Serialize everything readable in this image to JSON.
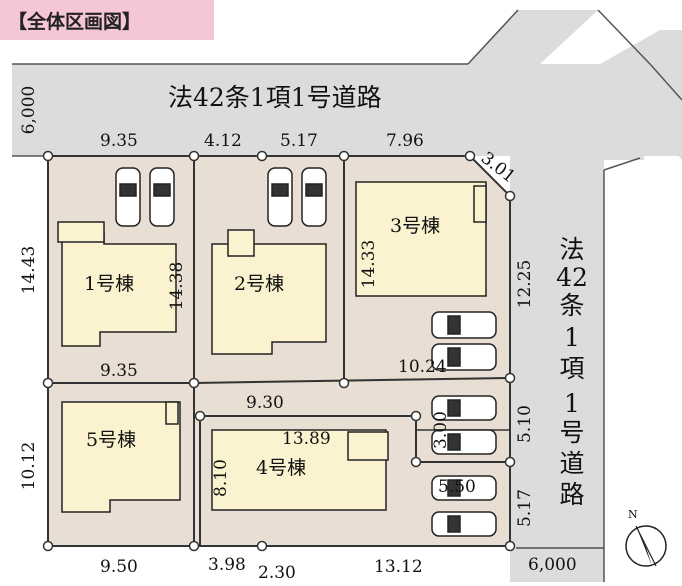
{
  "title": "【全体区画図】",
  "roads": {
    "top": "法42条1項1号道路",
    "right": [
      "法",
      "42",
      "条",
      "1",
      "項",
      "1",
      "号",
      "道",
      "路"
    ],
    "top_width": "6,000",
    "bottom_width": "6,000"
  },
  "buildings": {
    "b1": "1号棟",
    "b2": "2号棟",
    "b3": "3号棟",
    "b4": "4号棟",
    "b5": "5号棟"
  },
  "dimensions": {
    "top_1": "9.35",
    "top_2": "4.12",
    "top_3": "5.17",
    "top_4": "7.96",
    "corner": "3.01",
    "left_1": "14.43",
    "left_2": "10.12",
    "lot1_right": "14.38",
    "lot3_left": "14.33",
    "right_1": "12.25",
    "right_2": "5.10",
    "right_3": "5.17",
    "mid_lot1": "9.35",
    "mid_lot3": "10.24",
    "mid_4": "9.30",
    "lot4_top": "13.89",
    "lot4_left": "8.10",
    "lot4_notch": "3.00",
    "lot4_notch2": "5.50",
    "bottom_1": "9.50",
    "bottom_2": "3.98",
    "bottom_3": "2.30",
    "bottom_4": "13.12"
  },
  "compass": "N",
  "colors": {
    "road": "#dcdcdc",
    "lot": "#e9ded3",
    "building": "#fbf3cf",
    "badge": "#f5c6d8",
    "line": "#333333"
  }
}
